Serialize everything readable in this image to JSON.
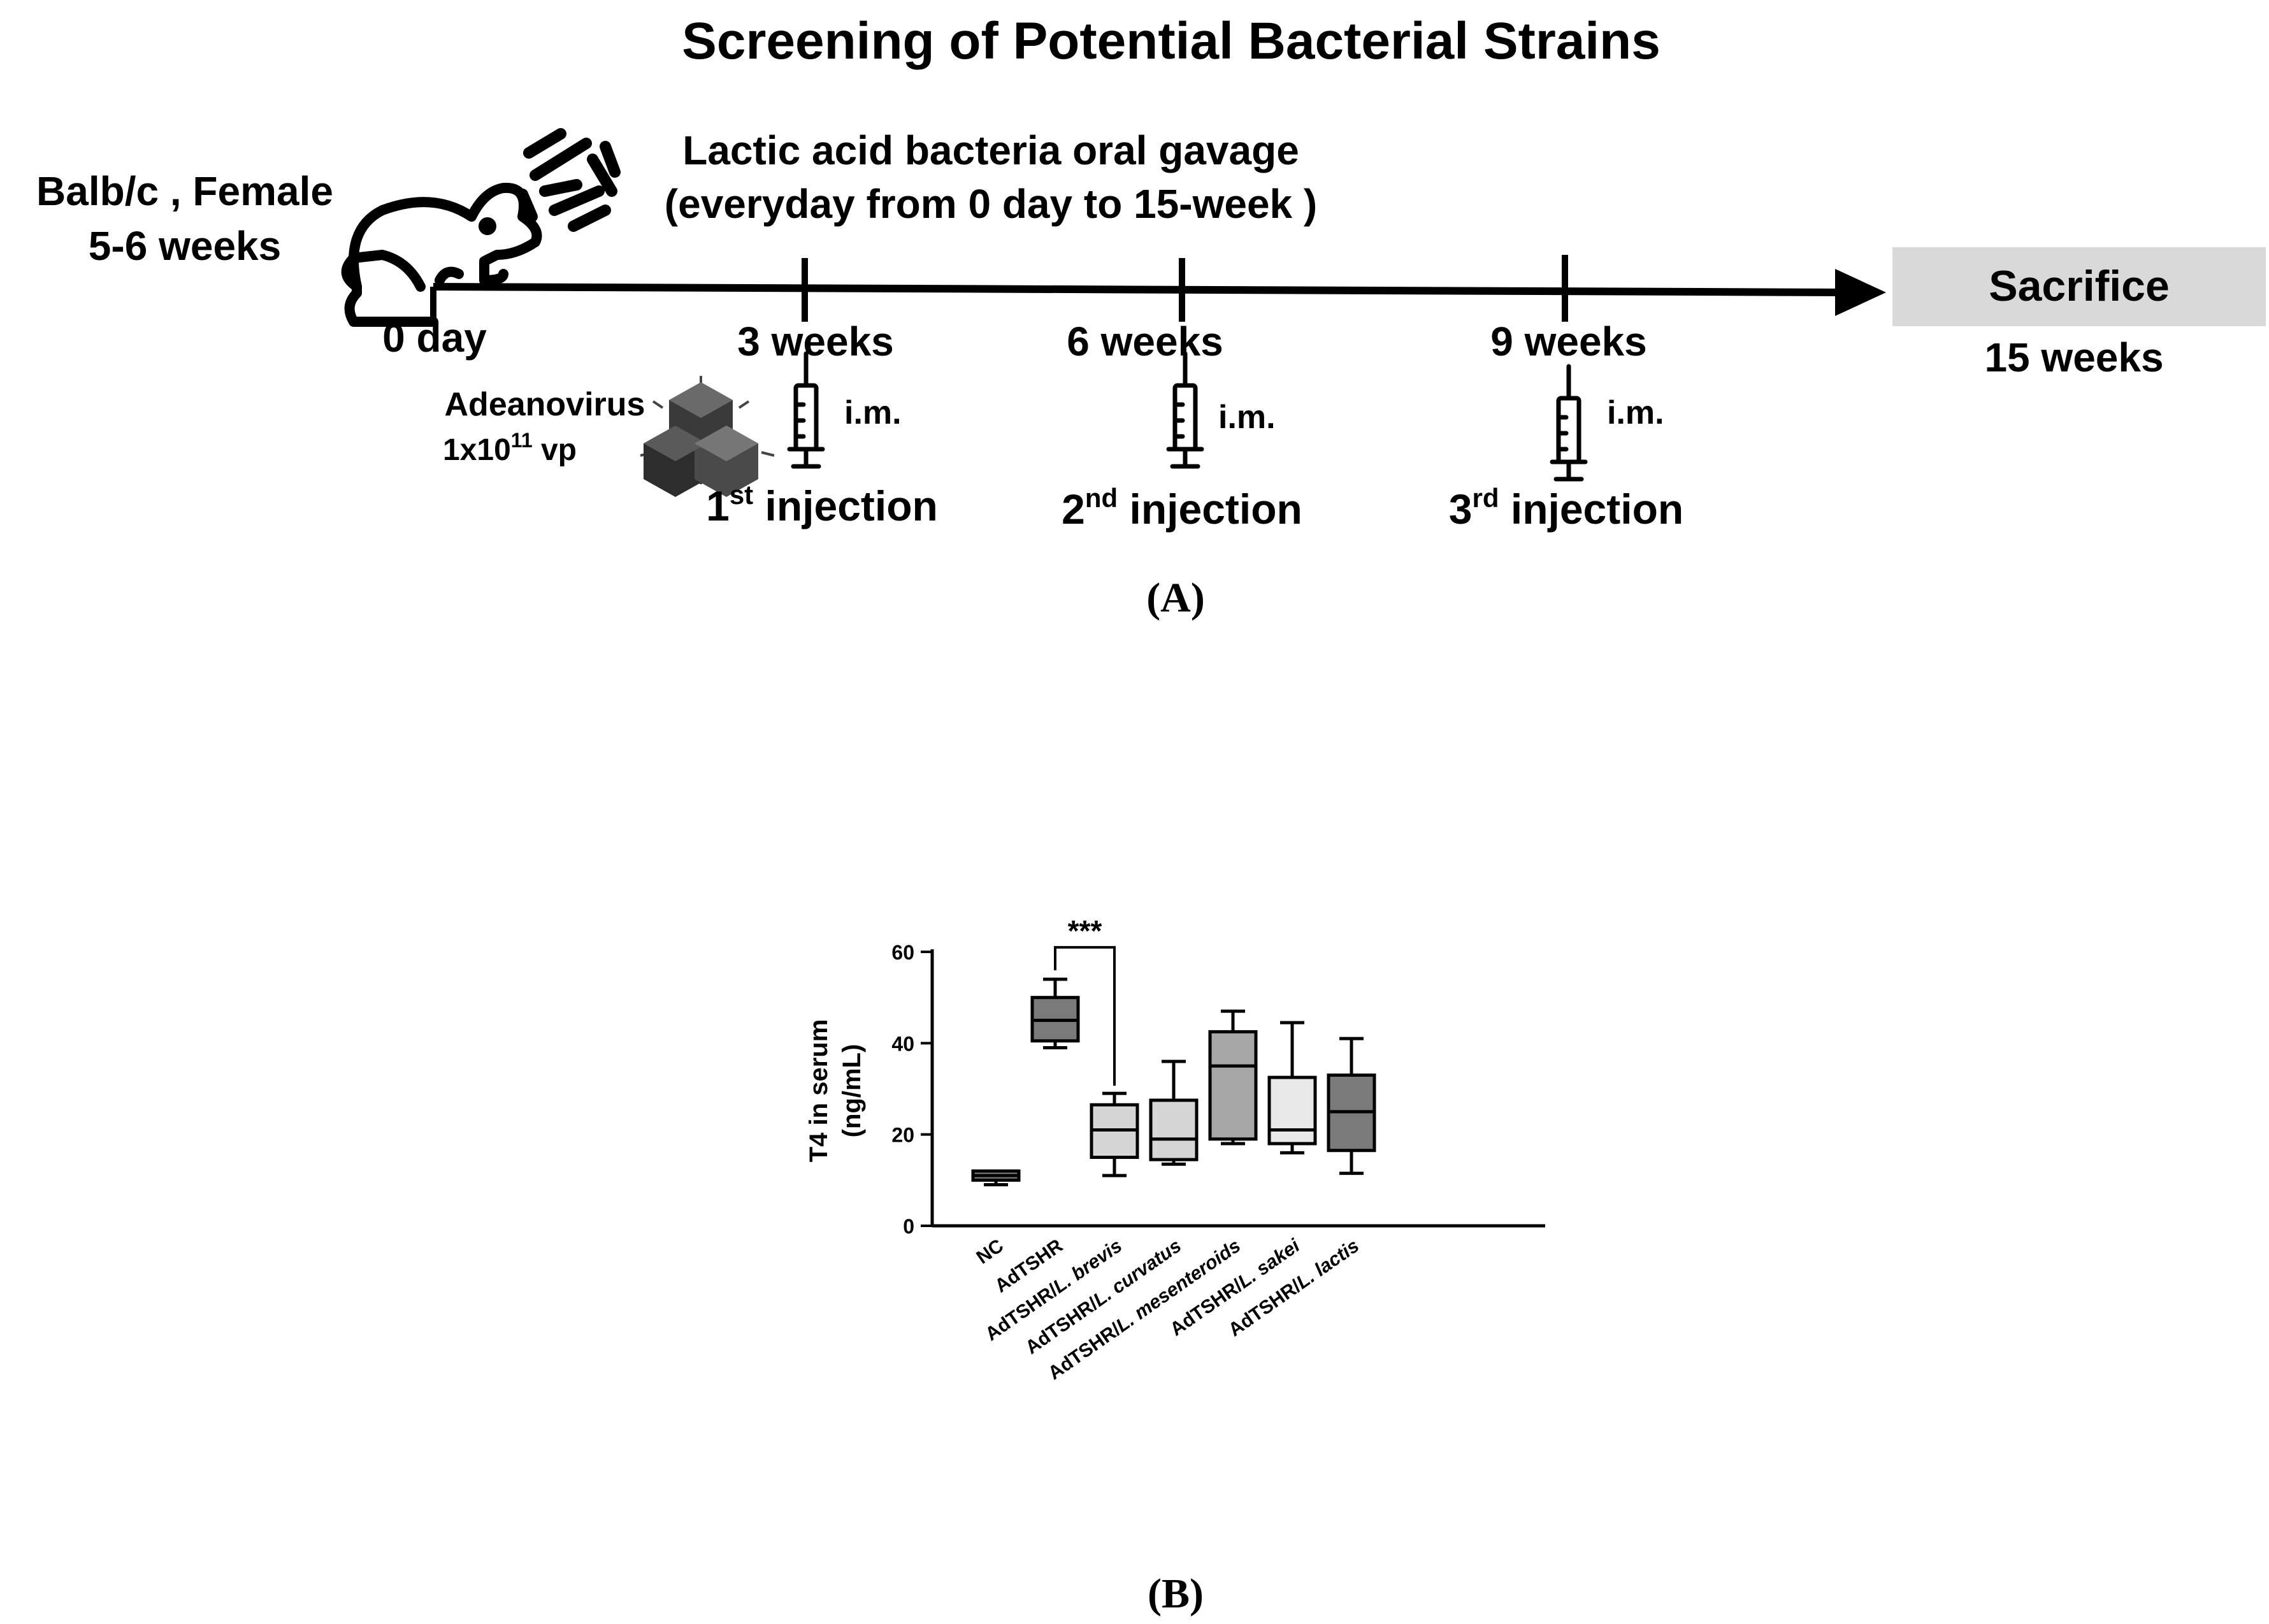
{
  "panel_a": {
    "title": "Screening of Potential Bacterial Strains",
    "mouse_label_line1": "Balb/c , Female",
    "mouse_label_line2": "5-6 weeks",
    "bacteria_label_line1": "Lactic acid bacteria oral gavage",
    "bacteria_label_line2": "(everyday from 0 day to 15-week )",
    "timepoints": [
      "0 day",
      "3 weeks",
      "6 weeks",
      "9 weeks"
    ],
    "sacrifice_label": "Sacrifice",
    "sacrifice_time": "15 weeks",
    "virus_name": "Adeanovirus",
    "virus_dose_base": "1x10",
    "virus_dose_exp": "11",
    "virus_dose_unit": " vp",
    "route": "i.m.",
    "injections": [
      {
        "num": "1",
        "sup": "st",
        "text": " injection"
      },
      {
        "num": "2",
        "sup": "nd",
        "text": " injection"
      },
      {
        "num": "3",
        "sup": "rd",
        "text": " injection"
      }
    ],
    "panel_label": "(A)",
    "colors": {
      "sacrifice_box": "#d9d9d9"
    },
    "icons": [
      "mouse-icon",
      "bacteria-icon",
      "virus-icon",
      "syringe-icon"
    ]
  },
  "panel_b": {
    "panel_label": "(B)"
  },
  "chart_data": {
    "type": "box",
    "title": "",
    "ylabel_line1": "T4 in serum",
    "ylabel_line2": "(ng/mL)",
    "ylim": [
      0,
      60
    ],
    "yticks": [
      "0",
      "20",
      "40",
      "60"
    ],
    "categories": [
      "NC",
      "AdTSHR",
      "AdTSHR/L. brevis",
      "AdTSHR/L. curvatus",
      "AdTSHR/L. mesenteroids",
      "AdTSHR/L. sakei",
      "AdTSHR/L. lactis"
    ],
    "category_parts": [
      {
        "plain": "NC",
        "italic": ""
      },
      {
        "plain": "AdTSHR",
        "italic": ""
      },
      {
        "plain": "AdTSHR/",
        "italic": "L. brevis"
      },
      {
        "plain": "AdTSHR/",
        "italic": "L. curvatus"
      },
      {
        "plain": "AdTSHR/",
        "italic": "L. mesenteroids"
      },
      {
        "plain": "AdTSHR/",
        "italic": "L. sakei"
      },
      {
        "plain": "AdTSHR/",
        "italic": "L. lactis"
      }
    ],
    "boxes": [
      {
        "min": 9,
        "q1": 10,
        "median": 11,
        "q3": 12,
        "max": 12,
        "color": "#7a7a7a"
      },
      {
        "min": 39,
        "q1": 40.5,
        "median": 45,
        "q3": 50,
        "max": 54,
        "color": "#7a7a7a"
      },
      {
        "min": 11,
        "q1": 15,
        "median": 21,
        "q3": 26.5,
        "max": 29,
        "color": "#d6d6d6"
      },
      {
        "min": 13.5,
        "q1": 14.5,
        "median": 19,
        "q3": 27.5,
        "max": 36,
        "color": "#d6d6d6"
      },
      {
        "min": 18,
        "q1": 19,
        "median": 35,
        "q3": 42.5,
        "max": 47,
        "color": "#a6a6a6"
      },
      {
        "min": 16,
        "q1": 18,
        "median": 21,
        "q3": 32.5,
        "max": 44.5,
        "color": "#e8e8e8"
      },
      {
        "min": 11.5,
        "q1": 16.5,
        "median": 25,
        "q3": 33,
        "max": 41,
        "color": "#7a7a7a"
      }
    ],
    "significance": {
      "from": 1,
      "to": 2,
      "label": "***",
      "y": 61
    }
  }
}
